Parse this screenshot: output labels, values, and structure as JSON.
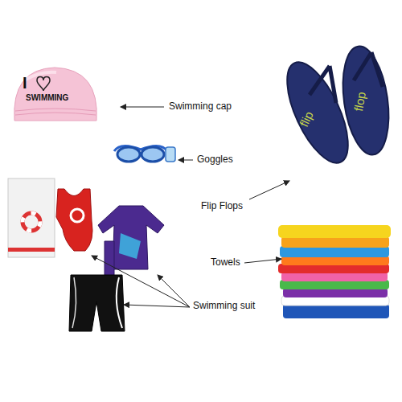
{
  "diagram": {
    "labels": [
      "I",
      "SWIMMING",
      "Swimming cap",
      "Goggles",
      "flip",
      "flop",
      "Flip Flops",
      "Towels",
      "Swimming suit"
    ]
  }
}
